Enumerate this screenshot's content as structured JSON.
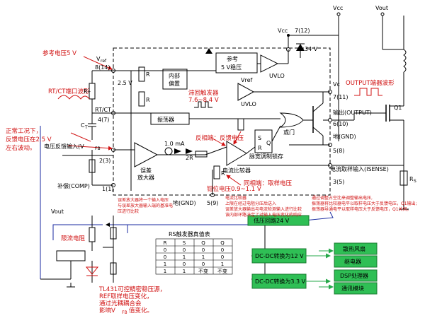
{
  "labels": {
    "ref_voltage": "参考电压5 V",
    "rtct_wave": "RT/CT端口波形",
    "normal_note_1": "正常工况下，",
    "normal_note_2": "反馈电压在2.5 V",
    "normal_note_3": "左右波动。",
    "fb_input": "电压反馈输入(V",
    "fb_sub": "FB",
    "comp": "补偿(COMP)",
    "vout_left": "Vout",
    "current_limit_res": "限流电阻",
    "tl431_1": "TL431可控精密稳压源，",
    "tl431_2": "REF取样电压变化，",
    "tl431_3": "通过光耦耦合会",
    "tl431_4": "影响V",
    "tl431_sub": "FB",
    "tl431_5": "值变化。",
    "vcc": "Vcc",
    "vout": "Vout",
    "vcc_pin": "Vcc",
    "pin_7_12": "7(12)",
    "v34": "34 V",
    "ref_reg_1": "参考",
    "ref_reg_2": "5 V稳压",
    "vref": "V",
    "vref_sub": "ref",
    "pin_8_14": "8(14)",
    "uvlo1": "UVLO",
    "uvlo2": "UVLO",
    "internal_bias_1": "内部",
    "internal_bias_2": "偏置",
    "v25": "2.5 V",
    "hyst_1": "滞回触发器",
    "hyst_2": "7.6~8.4 V",
    "vref2": "Vref",
    "rt": "R",
    "rt_sub": "T",
    "rtct": "RT/CT",
    "pin_4_7": "4(7)",
    "ct": "C",
    "ct_sub": "T",
    "oscillator": "振荡器",
    "pin_2_3": "2(3)",
    "pin_1_1": "1(1)",
    "err_amp_1": "误差",
    "err_amp_2": "放大器",
    "ma10": "1.0 mA",
    "r2r": "2R",
    "r1": "R",
    "r_a": "R",
    "r_b": "R",
    "inverting_1": "反相端：反馈电压",
    "inverting_2": "同相端：取样电压",
    "pwm_latch": "脉宽调制锁存",
    "or_gate": "或门",
    "current_comp": "电流比较器",
    "voltage_range": "钳位电压0.9~1.1 V",
    "gnd": "地(GND)",
    "pin_5_9": "5(9)",
    "vc": "Vc",
    "pin_7_11": "7(11)",
    "output": "输出(OUTPUT)",
    "pin_6_10": "6(10)",
    "gnd2": "地(GND)",
    "pin_5_8": "5(8)",
    "isense": "电流取样输入(ISENSE)",
    "pin_3_5": "3(5)",
    "output_wave": "OUTPUT端器波形",
    "q1": "Q1",
    "rs": "R",
    "rs_sub": "S",
    "note_err_1": "误差放大器将一个输入电压",
    "note_err_2": "与误差放大器输入端的基准电",
    "note_err_3": "压进行比较",
    "note_cc_1": "电流比较器",
    "note_cc_2": "上限在经过电阻分压后送入",
    "note_cc_3": "误差放大器输出与电流检测输入进行比较",
    "note_cc_4": "该内部环路决定了对输入电压变化的响应",
    "note_right_1": "通过调整占空比来调整输出电压,",
    "note_right_2": "振荡器将比较器电平以取样电压大于反馈电压，Q1输出;",
    "note_right_3": "振荡器导通电平以取样电压大于反馈电压，Q1关闭。",
    "low_voltage_bus": "低压回路24 V",
    "rs_table_title": "RS触发器真值表",
    "dcdc12": "DC-DC转换为12 V",
    "dcdc33": "DC-DC转换为3.3 V",
    "fan": "散热风扇",
    "relay": "继电器",
    "dsp": "DSP处理器",
    "comm": "通讯模块",
    "latch_s": "S",
    "latch_r": "R",
    "latch_q": "Q"
  },
  "rs_table": {
    "header": [
      "R",
      "S",
      "Q",
      "Q"
    ],
    "rows": [
      [
        "0",
        "0",
        "0",
        "0"
      ],
      [
        "0",
        "1",
        "1",
        "0"
      ],
      [
        "1",
        "0",
        "0",
        "1"
      ],
      [
        "1",
        "1",
        "不变",
        "不变"
      ]
    ]
  },
  "colors": {
    "red": "#d01010",
    "blue": "#1a2aa0",
    "green_box": "#26a84a",
    "dark": "#000000"
  }
}
